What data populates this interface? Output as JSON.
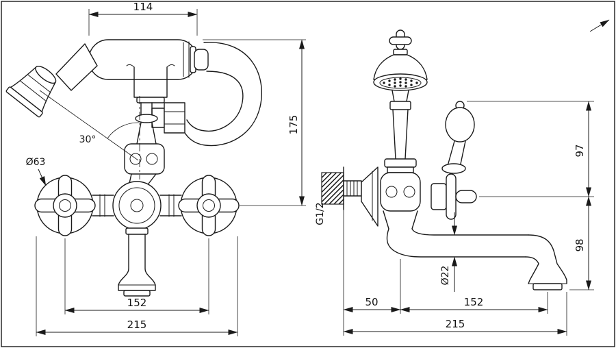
{
  "drawing": {
    "type": "technical-drawing",
    "subject": "wall-mounted bath mixer tap with telephone hand shower, two projection views",
    "colors": {
      "line": "#1a1a1a",
      "background": "#ffffff"
    },
    "front_view": {
      "dim_handset_length": "114",
      "dim_angle": "30°",
      "dim_handle_diameter": "Ø63",
      "dim_overall_height": "175",
      "dim_handle_spacing": "152",
      "dim_overall_width": "215"
    },
    "side_view": {
      "dim_upper_height": "97",
      "dim_lower_height": "98",
      "dim_thread": "G1/2",
      "dim_spout_diameter": "Ø22",
      "dim_wall_offset": "50",
      "dim_spout_reach": "152",
      "dim_overall_reach": "215"
    }
  }
}
